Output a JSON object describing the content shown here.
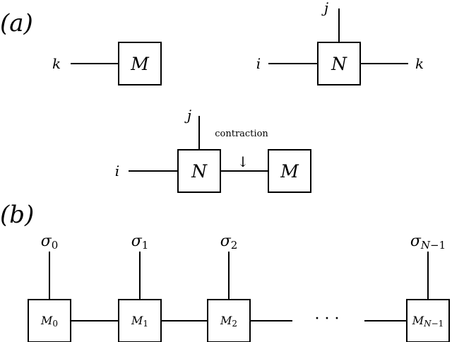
{
  "panel_a": {
    "label": "(a)",
    "tensor_m": {
      "name": "M",
      "leg": "k"
    },
    "tensor_n": {
      "name": "N",
      "leg_left": "i",
      "leg_top": "j",
      "leg_right": "k"
    },
    "contraction": {
      "n_name": "N",
      "m_name": "M",
      "leg_left": "i",
      "leg_top": "j",
      "caption": "contraction",
      "arrow": "↓"
    }
  },
  "panel_b": {
    "label": "(b)",
    "ellipsis": "· · ·",
    "sites": [
      {
        "base": "M",
        "sub": "0",
        "phys_base": "σ",
        "phys_sub": "0"
      },
      {
        "base": "M",
        "sub": "1",
        "phys_base": "σ",
        "phys_sub": "1"
      },
      {
        "base": "M",
        "sub": "2",
        "phys_base": "σ",
        "phys_sub": "2"
      },
      {
        "base": "M",
        "sub_var": "N",
        "sub_rest": "−1",
        "phys_base": "σ",
        "phys_sub_var": "N",
        "phys_sub_rest": "−1"
      }
    ]
  }
}
